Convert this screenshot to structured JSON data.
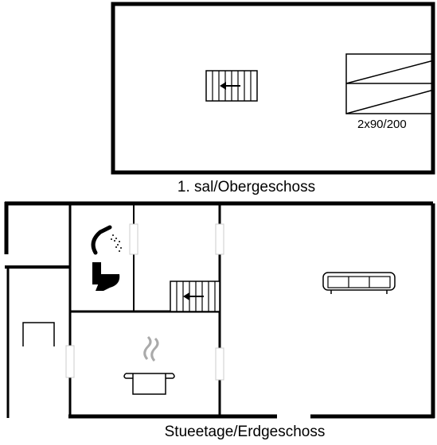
{
  "labels": {
    "upper_floor": "1. sal/Obergeschoss",
    "ground_floor": "Stueetage/Erdgeschoss",
    "bed": "2x90/200"
  },
  "icons": [
    "stair-icon",
    "bed-icon",
    "shower-icon",
    "toilet-icon",
    "sofa-icon",
    "cooking-pot-icon",
    "wardrobe-icon"
  ],
  "colors": {
    "wall": "#000000",
    "background": "#ffffff",
    "door_gap": "#cccccc"
  }
}
